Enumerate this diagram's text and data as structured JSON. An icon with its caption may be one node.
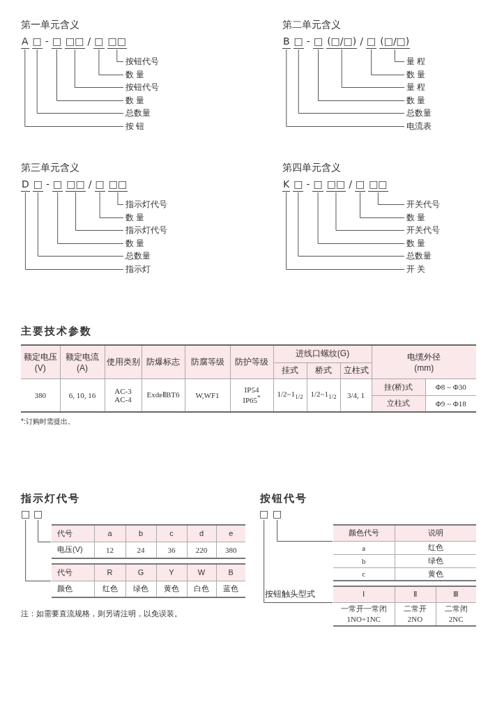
{
  "diagram": {
    "nodes": [
      {
        "text": [
          "A"
        ]
      },
      {
        "text": [
          "□"
        ]
      },
      {
        "text": [
          "□"
        ]
      },
      {
        "text": [
          "□□"
        ]
      },
      {
        "text": [
          "□"
        ]
      },
      {
        "text": [
          "□□"
        ]
      },
      {
        "text": [
          "按钮代号"
        ]
      },
      {
        "text": [
          "数 量"
        ]
      },
      {
        "text": [
          "按钮代号"
        ]
      },
      {
        "text": [
          "数 量"
        ]
      },
      {
        "text": [
          "总数量"
        ]
      },
      {
        "text": [
          "按 钮"
        ]
      },
      {
        "text": [
          "B"
        ]
      },
      {
        "text": [
          "□"
        ]
      },
      {
        "text": [
          "□"
        ]
      },
      {
        "text": [
          "(□/□)"
        ]
      },
      {
        "text": [
          "□"
        ]
      },
      {
        "text": [
          "(□/□)"
        ]
      },
      {
        "text": [
          "量 程"
        ]
      },
      {
        "text": [
          "数 量"
        ]
      },
      {
        "text": [
          "量 程"
        ]
      },
      {
        "text": [
          "数 量"
        ]
      },
      {
        "text": [
          "总数量"
        ]
      },
      {
        "text": [
          "电流表"
        ]
      },
      {
        "text": [
          "D"
        ]
      },
      {
        "text": [
          "□"
        ]
      },
      {
        "text": [
          "□"
        ]
      },
      {
        "text": [
          "□□"
        ]
      },
      {
        "text": [
          "□"
        ]
      },
      {
        "text": [
          "□□"
        ]
      },
      {
        "text": [
          "指示灯代号"
        ]
      },
      {
        "text": [
          "数 量"
        ]
      },
      {
        "text": [
          "指示灯代号"
        ]
      },
      {
        "text": [
          "数 量"
        ]
      },
      {
        "text": [
          "总数量"
        ]
      },
      {
        "text": [
          "指示灯"
        ]
      },
      {
        "text": [
          "K"
        ]
      },
      {
        "text": [
          "□"
        ]
      },
      {
        "text": [
          "□"
        ]
      },
      {
        "text": [
          "□□"
        ]
      },
      {
        "text": [
          "□"
        ]
      },
      {
        "text": [
          "□□"
        ]
      },
      {
        "text": [
          "开关代号"
        ]
      },
      {
        "text": [
          "数 量"
        ]
      },
      {
        "text": [
          "开关代号"
        ]
      },
      {
        "text": [
          "数 量"
        ]
      },
      {
        "text": [
          "总数量"
        ]
      },
      {
        "text": [
          "开 关"
        ]
      },
      {
        "text": [
          "□"
        ]
      },
      {
        "text": [
          "□"
        ]
      },
      {
        "text": [
          "代号",
          "a",
          "b",
          "c",
          "d",
          "e",
          "电压(V)",
          "12",
          "24",
          "36",
          "220",
          "380"
        ]
      },
      {
        "text": [
          "代号",
          "R",
          "G",
          "Y",
          "W",
          "B",
          "颜色",
          "红色",
          "绿色",
          "黄色",
          "白色",
          "蓝色"
        ]
      },
      {
        "text": [
          "□"
        ]
      },
      {
        "text": [
          "□"
        ]
      },
      {
        "text": [
          "颜色代号",
          "说明",
          "a",
          "红色",
          "b",
          "绿色",
          "c",
          "黄色"
        ]
      },
      {
        "text": [
          "Ⅰ",
          "Ⅱ",
          "Ⅲ",
          "一常开一常闭 1NO+1NC",
          "二常开 2NO",
          "二常闭 2NC"
        ],
        "beside": [
          "按钮触头型式"
        ]
      }
    ],
    "edges": [
      {
        "from": 6,
        "to": 5,
        "arrow": "none"
      },
      {
        "from": 7,
        "to": 4,
        "arrow": "none"
      },
      {
        "from": 8,
        "to": 3,
        "arrow": "none"
      },
      {
        "from": 9,
        "to": 2,
        "arrow": "none"
      },
      {
        "from": 10,
        "to": 1,
        "arrow": "none"
      },
      {
        "from": 11,
        "to": 0,
        "arrow": "none"
      },
      {
        "from": 18,
        "to": 17,
        "arrow": "none"
      },
      {
        "from": 19,
        "to": 16,
        "arrow": "none"
      },
      {
        "from": 20,
        "to": 15,
        "arrow": "none"
      },
      {
        "from": 21,
        "to": 14,
        "arrow": "none"
      },
      {
        "from": 22,
        "to": 13,
        "arrow": "none"
      },
      {
        "from": 23,
        "to": 12,
        "arrow": "none"
      },
      {
        "from": 30,
        "to": 29,
        "arrow": "none"
      },
      {
        "from": 31,
        "to": 28,
        "arrow": "none"
      },
      {
        "from": 32,
        "to": 27,
        "arrow": "none"
      },
      {
        "from": 33,
        "to": 26,
        "arrow": "none"
      },
      {
        "from": 34,
        "to": 25,
        "arrow": "none"
      },
      {
        "from": 35,
        "to": 24,
        "arrow": "none"
      },
      {
        "from": 42,
        "to": 41,
        "arrow": "none"
      },
      {
        "from": 43,
        "to": 40,
        "arrow": "none"
      },
      {
        "from": 44,
        "to": 39,
        "arrow": "none"
      },
      {
        "from": 45,
        "to": 38,
        "arrow": "none"
      },
      {
        "from": 46,
        "to": 37,
        "arrow": "none"
      },
      {
        "from": 47,
        "to": 36,
        "arrow": "none"
      },
      {
        "from": 49,
        "to": 50,
        "arrow": "none"
      },
      {
        "from": 48,
        "to": 51,
        "arrow": "none"
      },
      {
        "from": 53,
        "to": 54,
        "arrow": "none"
      },
      {
        "from": 52,
        "to": 55,
        "arrow": "none"
      }
    ],
    "labels": [
      "第一单元含义",
      "-",
      "/",
      "第二单元含义",
      "-",
      "/",
      "第三单元含义",
      "-",
      "/",
      "第四单元含义",
      "-",
      "/",
      "主要技术参数",
      "额定电压 (V)",
      "额定电流 (A)",
      "使用类别",
      "防爆标志",
      "防腐等级",
      "防护等级",
      "进线口螺纹(G)",
      "电缆外径 (mm)",
      "挂式",
      "桥式",
      "立柱式",
      "380",
      "6, 10, 16",
      "AC-3 AC-4",
      "ExdeⅡBT6",
      "W,WF1",
      "IP54 IP65$^{*}$",
      "1/2~1$_{1/2}$",
      "1/2~1$_{1/2}$",
      "3/4, 1",
      "挂(桥)式",
      "Φ8 ~ Φ30",
      "立柱式",
      "Φ9 ~ Φ18",
      "*:订购时需提出。",
      "指示灯代号",
      "注：如需要直流规格，则另请注明，以免误装。",
      "按钮代号"
    ]
  }
}
